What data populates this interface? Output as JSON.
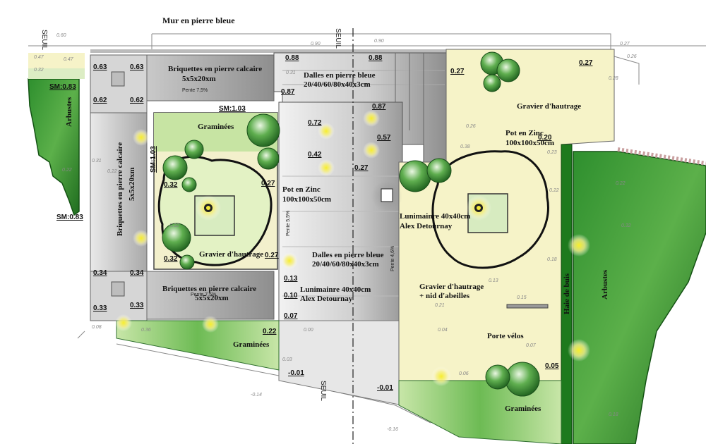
{
  "labels": {
    "wall": "Mur en pierre bleue",
    "seuil_left": "SEUIL",
    "seuil_mid": "SEUIL",
    "seuil_bottom": "SEUIL",
    "briq_top_1": "Briquettes en pierre calcaire",
    "briq_top_2": "5x5x20xm",
    "briq_top_slope": "Pente 7,5%",
    "briq_side_1": "Briquettes en pierre calcaire",
    "briq_side_2": "5x5x20xm",
    "briq_bot_1": "Briquettes en pierre calcaire",
    "briq_bot_2": "5x5x20xm",
    "briq_bot_slope": "Pente 7,5%",
    "dalles_top_1": "Dalles en pierre bleue",
    "dalles_top_2": "20/40/60/80x40x3cm",
    "dalles_mid_1": "Dalles en pierre bleue",
    "dalles_mid_2": "20/40/60/80x40x3cm",
    "slope_a": "Pente 5,5%",
    "slope_b": "Pente 4,6%",
    "graminees_top": "Graminées",
    "graminees_bot_left": "Graminées",
    "graminees_bot_right": "Graminées",
    "arbustes_left": "Arbustes",
    "arbustes_right": "Arbustes",
    "gravier_left": "Gravier d'hautrage",
    "gravier_right_top": "Gravier d'hautrage",
    "gravier_right_mid_1": "Gravier d'hautrage",
    "gravier_right_mid_2": "+ nid d'abeilles",
    "pot_left_1": "Pot en Zinc",
    "pot_left_2": "100x100x50cm",
    "pot_right_1": "Pot en Zinc",
    "pot_right_2": "100x100x50cm",
    "lumi_mid_1": "Lunimainre 40x40cm",
    "lumi_mid_2": "Alex Detournay",
    "lumi_right_1": "Lunimainre 40x40cm",
    "lumi_right_2": "Alex Detournay",
    "haie": "Haie de buis",
    "velos": "Porte vélos"
  },
  "dimensions": [
    {
      "id": "d1",
      "text": "SM:0.83"
    },
    {
      "id": "d2",
      "text": "SM:0.83"
    },
    {
      "id": "d3",
      "text": "0.63"
    },
    {
      "id": "d4",
      "text": "0.63"
    },
    {
      "id": "d5",
      "text": "0.62"
    },
    {
      "id": "d6",
      "text": "0.62"
    },
    {
      "id": "d7",
      "text": "SM:1.03"
    },
    {
      "id": "d8",
      "text": "SM:1.03"
    },
    {
      "id": "d9",
      "text": "0.32"
    },
    {
      "id": "d10",
      "text": "0.32"
    },
    {
      "id": "d11",
      "text": "0.27"
    },
    {
      "id": "d12",
      "text": "0.27"
    },
    {
      "id": "d13",
      "text": "0.34"
    },
    {
      "id": "d14",
      "text": "0.34"
    },
    {
      "id": "d15",
      "text": "0.33"
    },
    {
      "id": "d16",
      "text": "0.33"
    },
    {
      "id": "d17",
      "text": "0.88"
    },
    {
      "id": "d18",
      "text": "0.88"
    },
    {
      "id": "d19",
      "text": "0.87"
    },
    {
      "id": "d20",
      "text": "0.87"
    },
    {
      "id": "d21",
      "text": "0.72"
    },
    {
      "id": "d22",
      "text": "0.57"
    },
    {
      "id": "d23",
      "text": "0.42"
    },
    {
      "id": "d24",
      "text": "0.27"
    },
    {
      "id": "d25",
      "text": "0.13"
    },
    {
      "id": "d26",
      "text": "0.10"
    },
    {
      "id": "d27",
      "text": "0.07"
    },
    {
      "id": "d28",
      "text": "0.22"
    },
    {
      "id": "d29",
      "text": "-0.01"
    },
    {
      "id": "d30",
      "text": "-0.01"
    },
    {
      "id": "d31",
      "text": "0.27"
    },
    {
      "id": "d32",
      "text": "0.27"
    },
    {
      "id": "d33",
      "text": "0.20"
    },
    {
      "id": "d34",
      "text": "0.05"
    }
  ],
  "spot_levels": [
    "0.60",
    "0.47",
    "0.47",
    "0.32",
    "0.90",
    "0.90",
    "0.27",
    "0.26",
    "0.31",
    "0.22",
    "0.26",
    "0.38",
    "0.23",
    "0.28",
    "0.22",
    "0.18",
    "0.13",
    "0.15",
    "0.21",
    "0.07",
    "0.06",
    "0.08",
    "0.00",
    "0.03",
    "0.04",
    "-0.14",
    "-0.16",
    "0.32",
    "0.22",
    "0.32",
    "0.31",
    "0.22",
    "0.18",
    "0.36"
  ],
  "colors": {
    "gravel": "#f6f3c8",
    "grass": "#cfe9b2",
    "shrub": "#2f8a2f",
    "hedge": "#1d7a1d",
    "paving_light": "#d9d9d9",
    "paving_dark": "#9a9a9a",
    "light_glow": "#f3ea3a"
  }
}
